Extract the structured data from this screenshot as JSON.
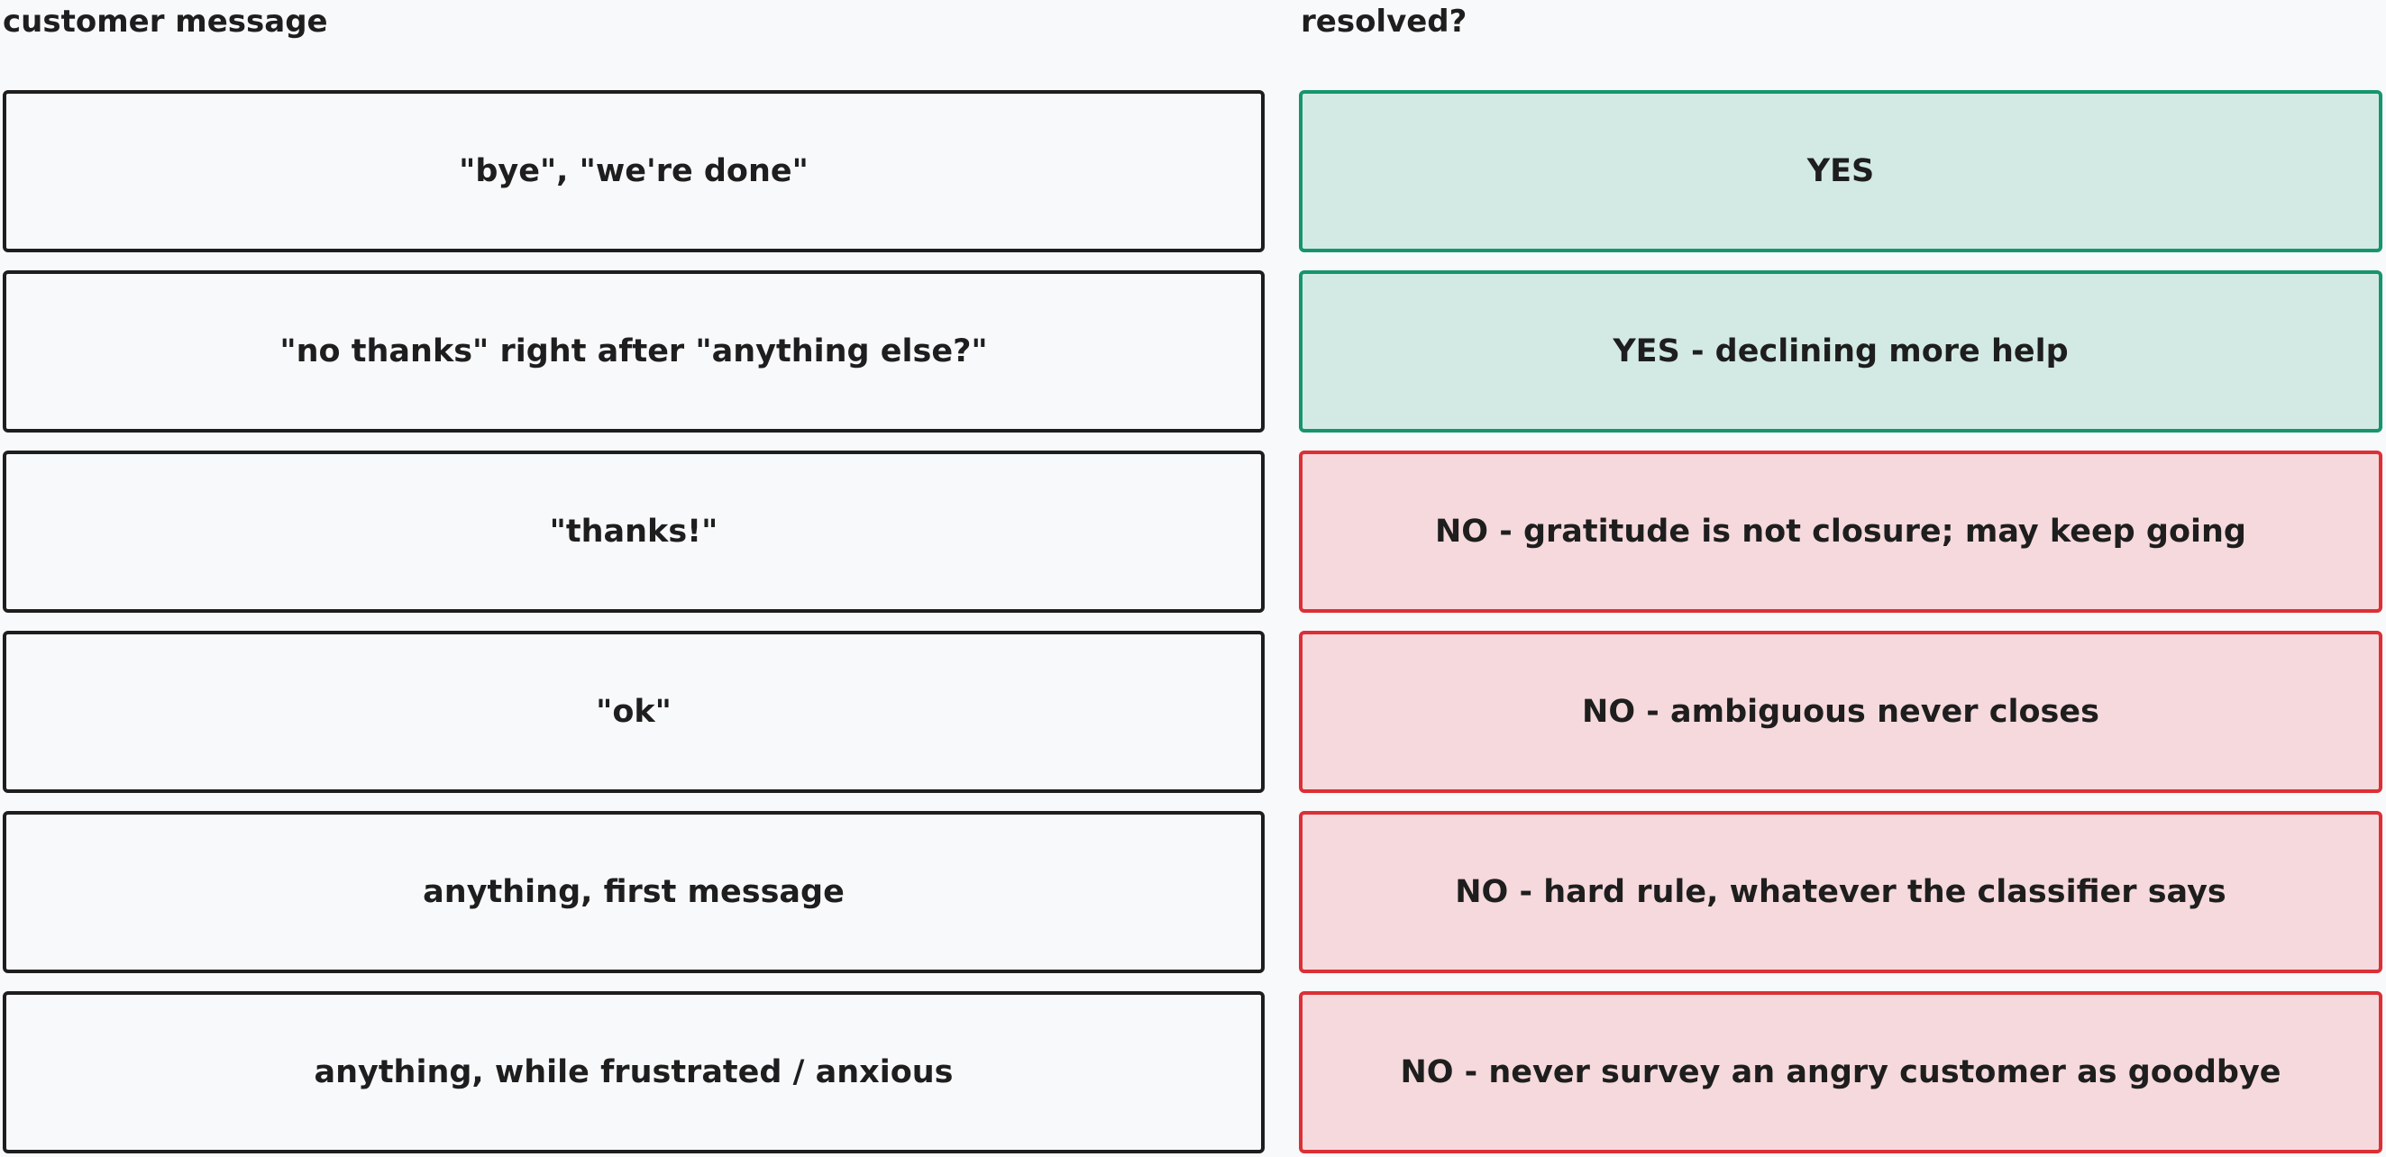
{
  "headers": {
    "left": "customer message",
    "right": "resolved?"
  },
  "colors": {
    "yes_border": "#16956b",
    "yes_fill": "#d3eae4",
    "no_border": "#dc2f36",
    "no_fill": "#f6d9dc",
    "ink": "#1e1e1e",
    "background": "#f8f9fb"
  },
  "rows": [
    {
      "message": "\"bye\", \"we're done\"",
      "resolved": "YES",
      "status": "yes"
    },
    {
      "message": "\"no thanks\" right after \"anything else?\"",
      "resolved": "YES - declining more help",
      "status": "yes"
    },
    {
      "message": "\"thanks!\"",
      "resolved": "NO - gratitude is not closure; may keep going",
      "status": "no"
    },
    {
      "message": "\"ok\"",
      "resolved": "NO - ambiguous never closes",
      "status": "no"
    },
    {
      "message": "anything, first message",
      "resolved": "NO - hard rule, whatever the classifier says",
      "status": "no"
    },
    {
      "message": "anything, while frustrated / anxious",
      "resolved": "NO - never survey an angry customer as goodbye",
      "status": "no"
    }
  ]
}
